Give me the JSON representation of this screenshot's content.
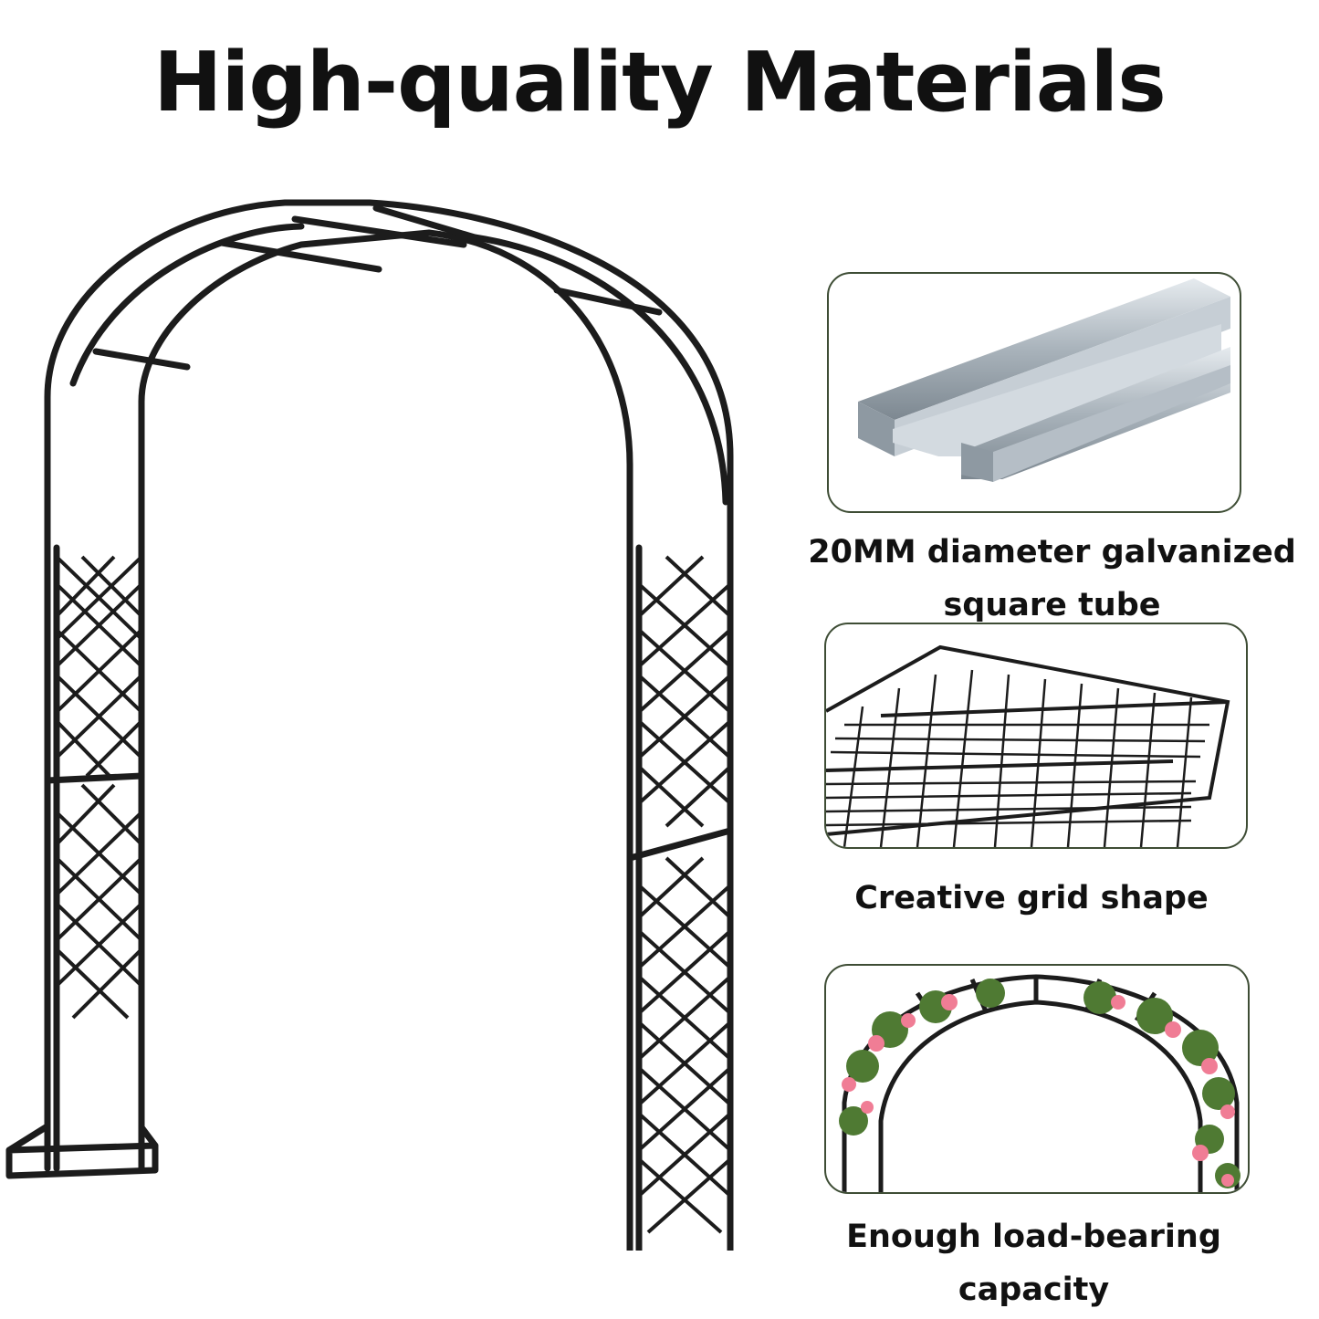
{
  "title": "High-quality Materials",
  "features": [
    {
      "caption_line1": "20MM diameter galvanized",
      "caption_line2": "square tube",
      "icon": "galvanized-tube"
    },
    {
      "caption_line1": "Creative grid shape",
      "caption_line2": "",
      "icon": "grid-panel"
    },
    {
      "caption_line1": "Enough load-bearing capacity",
      "caption_line2": "",
      "icon": "rose-arch"
    }
  ],
  "colors": {
    "frame": "#1c1c1c",
    "card_border": "#3e4d35",
    "tube": "#b9c2c9"
  }
}
